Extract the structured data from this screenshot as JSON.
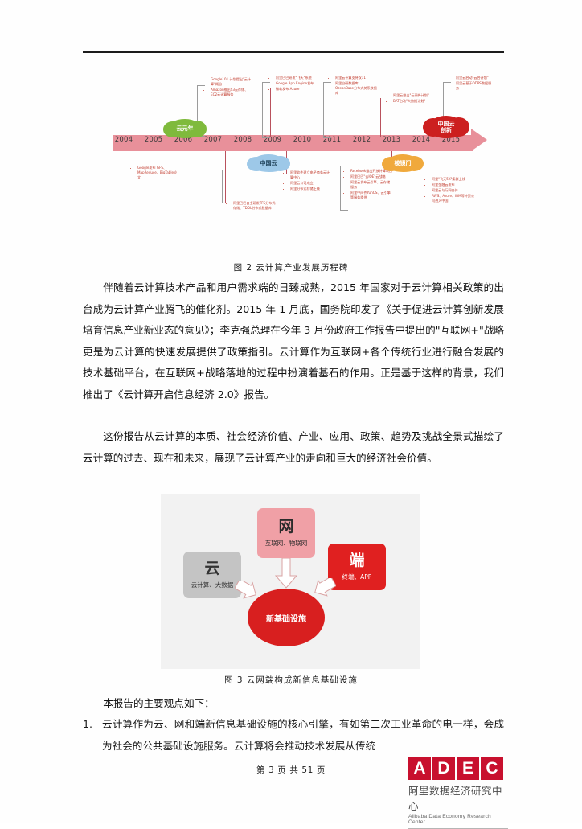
{
  "document": {
    "figure2": {
      "caption": "图 2   云计算产业发展历程碑",
      "years": [
        "2004",
        "2005",
        "2006",
        "2007",
        "2008",
        "2009",
        "2010",
        "2011",
        "2012",
        "2013",
        "2014",
        "2015"
      ],
      "clouds": [
        {
          "label": "云元年",
          "color": "#7fba3c"
        },
        {
          "label": "中国云",
          "color": "#9dc8e8"
        },
        {
          "label": "棱镜门",
          "color": "#f0a93c"
        },
        {
          "label": "中国云\n创新",
          "color": "#cc1f1f"
        }
      ],
      "notes_top": [
        {
          "year": "2006",
          "items": [
            "Google101 计划提出\"云计算\"概念",
            "Amazon推出S3云存储、EC2云计算服务"
          ]
        },
        {
          "year": "2009",
          "items": [
            "阿里巴巴研发\"飞天\"系统",
            "Google App Engine发布",
            "微软发布 Azure"
          ]
        },
        {
          "year": "2011",
          "items": [
            "阿里云计算支持双11",
            "阿里自研数据库 OceanBase分布式关系数据库"
          ]
        },
        {
          "year": "2013",
          "items": [
            "阿里云推出\"云高峰计划\"",
            "BAT启动\"大数据计划\""
          ]
        },
        {
          "year": "2015",
          "items": [
            "阿里云启动\"云合计划\"",
            "阿里云基于ODPS数据服务"
          ]
        }
      ],
      "notes_bottom": [
        {
          "year": "2004",
          "items": [
            "Google发布 GFS、MapReduce、BigTable论文"
          ]
        },
        {
          "year": "2007",
          "items": [
            "阿里巴巴自主研发TFS分布式存储、TDDL分布式数据库"
          ]
        },
        {
          "year": "2009",
          "items": [
            "阿里软件建立电子商务云计算中心",
            "阿里云公司成立",
            "阿里分布式存储上线"
          ]
        },
        {
          "year": "2012",
          "items": [
            "Facebook推出开放计算项目",
            "阿里巴巴\"去IOE\"云战略",
            "阿里云发布云引擎、云存储服务",
            "阿里中间件YunOS、云引擎等服务提供"
          ]
        },
        {
          "year": "2014",
          "items": [
            "阿里\"飞天5K\"集群上线",
            "阿里金融云发布",
            "阿里云与万网合并",
            "AWS、Azure、IBM等外资公司进入中国"
          ]
        }
      ]
    },
    "paragraphs": [
      "伴随着云计算技术产品和用户需求端的日臻成熟，2015 年国家对于云计算相关政策的出台成为云计算产业腾飞的催化剂。2015 年 1 月底，国务院印发了《关于促进云计算创新发展培育信息产业新业态的意见》；李克强总理在今年 3 月份政府工作报告中提出的\"互联网+\"战略更是为云计算的快速发展提供了政策指引。云计算作为互联网+各个传统行业进行融合发展的技术基础平台，在互联网+战略落地的过程中扮演着基石的作用。正是基于这样的背景，我们推出了《云计算开启信息经济 2.0》报告。",
      "这份报告从云计算的本质、社会经济价值、产业、应用、政策、趋势及挑战全景式描绘了云计算的过去、现在和未来，展现了云计算产业的走向和巨大的经济社会价值。"
    ],
    "figure3": {
      "caption": "图 3  云网端构成新信息基础设施",
      "boxes": [
        {
          "title": "云",
          "subtitle": "云计算、大数据",
          "color": "#c4c4c4"
        },
        {
          "title": "网",
          "subtitle": "互联网、物联网",
          "color": "#f0a0a6"
        },
        {
          "title": "端",
          "subtitle": "终端、APP",
          "color": "#e02020"
        }
      ],
      "center": "新基础设施"
    },
    "lead_in": "本报告的主要观点如下：",
    "list": [
      {
        "num": "1.",
        "text": "云计算作为云、网和端新信息基础设施的核心引擎，有如第二次工业革命的电一样，会成为社会的公共基础设施服务。云计算将会推动技术发展从传统"
      }
    ],
    "footer": {
      "page_label": "第 3 页 共 51 页",
      "logo_letters": [
        "A",
        "D",
        "E",
        "C"
      ],
      "logo_cn": "阿里数据经济研究中心",
      "logo_en": "Alibaba Data Economy Research Center",
      "logo_color": "#c8102e"
    }
  }
}
